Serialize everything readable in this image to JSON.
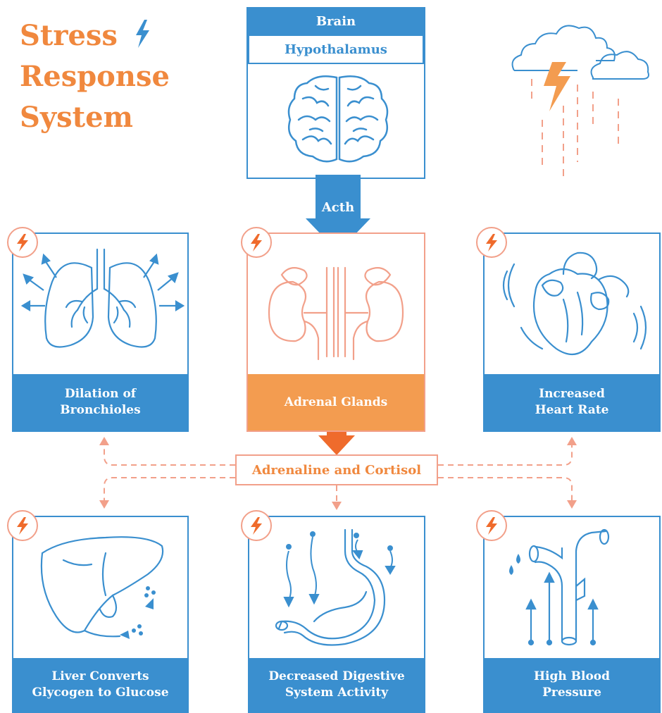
{
  "title": {
    "line1": "Stress",
    "line2": "Response",
    "line3": "System"
  },
  "brain": {
    "header": "Brain",
    "subheader": "Hypothalamus"
  },
  "acth": "Acth",
  "hormones": "Adrenaline and Cortisol",
  "cards": {
    "bronchioles": {
      "label_line1": "Dilation of",
      "label_line2": "Bronchioles",
      "icon": "lungs-icon"
    },
    "adrenal": {
      "label_line1": "Adrenal Glands",
      "label_line2": "",
      "icon": "kidneys-icon"
    },
    "heart": {
      "label_line1": "Increased",
      "label_line2": "Heart Rate",
      "icon": "heart-icon"
    },
    "liver": {
      "label_line1": "Liver Converts",
      "label_line2": "Glycogen to Glucose",
      "icon": "liver-icon"
    },
    "digestive": {
      "label_line1": "Decreased Digestive",
      "label_line2": "System Activity",
      "icon": "stomach-icon"
    },
    "blood": {
      "label_line1": "High Blood",
      "label_line2": "Pressure",
      "icon": "blood-vessel-icon"
    }
  },
  "colors": {
    "blue": "#3a8fcf",
    "orange": "#f39c50",
    "salmon": "#f2a08a",
    "title_orange": "#f0883e"
  }
}
